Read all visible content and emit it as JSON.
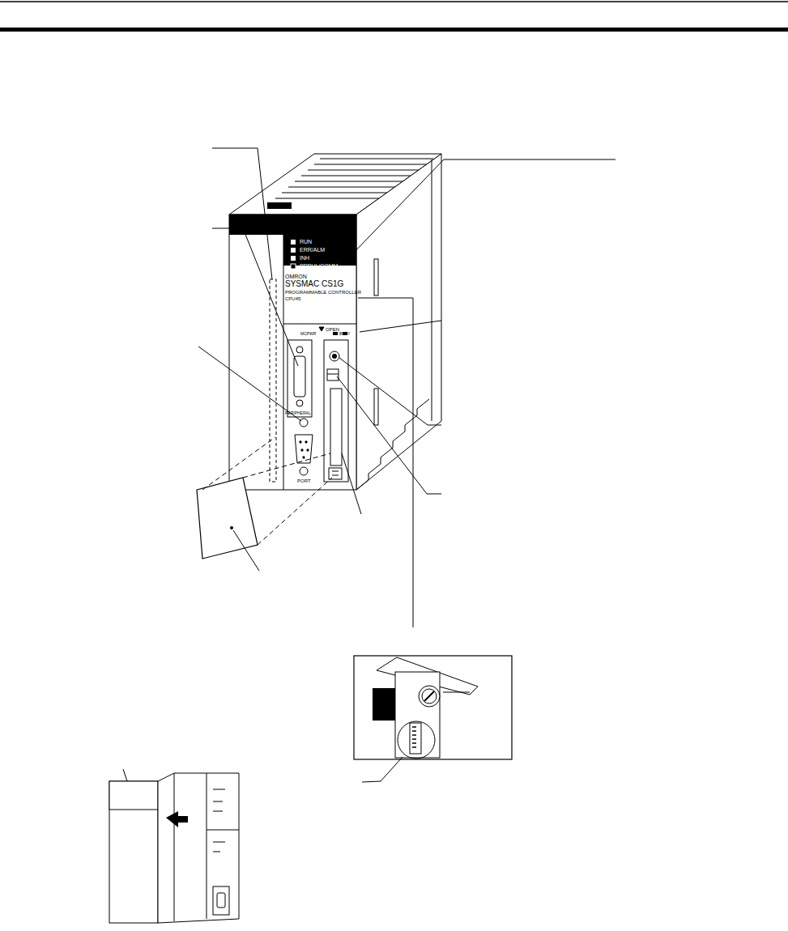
{
  "diagram": {
    "labels": [
      "RUN",
      "ERR/ALM",
      "INH",
      "PRPHL/COMM",
      "OMRON",
      "SYSMAC CS1G",
      "PROGRAMMABLE CONTROLLER",
      "CPU45",
      "OPEN",
      "MCPWR",
      "BUSY",
      "PERIPHERAL",
      "PORT"
    ]
  }
}
